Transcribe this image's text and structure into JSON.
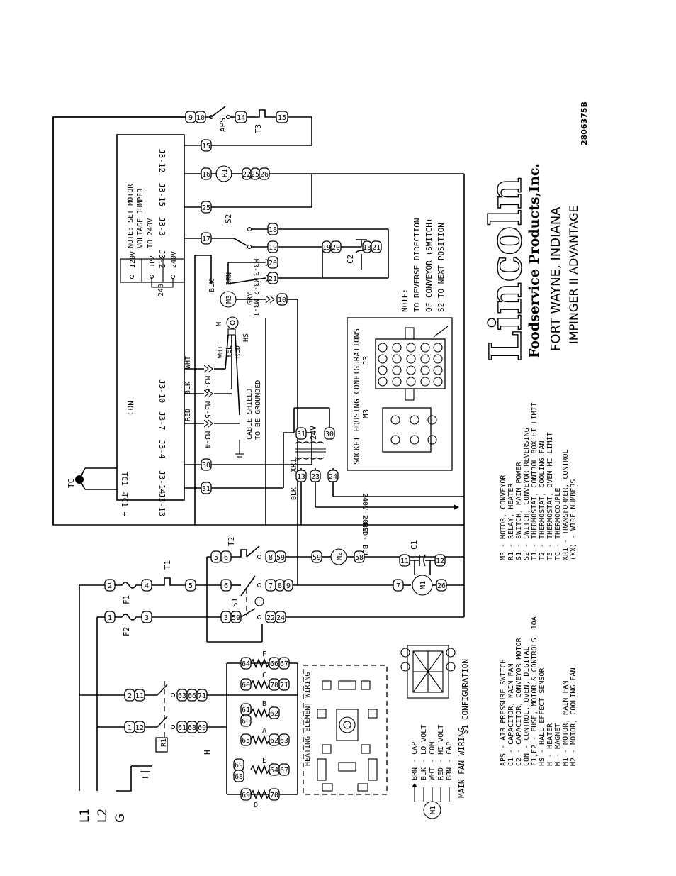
{
  "power": {
    "l1": "L1",
    "l2": "L2",
    "g": "G"
  },
  "brand": {
    "name": "Lincoln",
    "company": "Foodservice Products,Inc.",
    "location": "FORT WAYNE, INDIANA",
    "model": "IMPINGER II ADVANTAGE",
    "part_number": "2806375B"
  },
  "control_board": {
    "title": "CON",
    "note_lines": [
      "NOTE: SET MOTOR",
      "VOLTAGE JUMPER",
      "TO 240V"
    ],
    "jumper": {
      "v120": "120V",
      "jp2": "JP2",
      "v240": "240V",
      "pin240": "240"
    },
    "pins": [
      "J3-12",
      "J3-15",
      "J3-3",
      "J3-2",
      "J3-10",
      "J3-7",
      "J3-4",
      "J3-14",
      "J3-13"
    ],
    "tc_minus": "TC1 -",
    "tc_plus": "TC1 +"
  },
  "labels": {
    "aps": "APS",
    "t3": "T3",
    "r1": "R1",
    "s2": "S2",
    "c2": "C2",
    "m3": "M3",
    "m": "M",
    "hs": "HS",
    "tc": "TC",
    "xr1": "XR1",
    "t24v": "24V",
    "blk": "BLK",
    "brn": "BRN",
    "gry": "GRY",
    "wht": "WHT",
    "red": "RED",
    "yel": "YEL",
    "cable_shield": [
      "CABLE SHIELD",
      "TO BE GROUNDED"
    ],
    "m3_1": "M3-1",
    "m3_2": "M3-2",
    "m3_3": "M3-3",
    "m3_4": "M3-4",
    "m3_5": "M3-5",
    "m3_6": "M3-6",
    "v240_red": "240V - RED",
    "v208_blu": "208V - BLU",
    "t1": "T1",
    "t2": "T2",
    "f1": "F1",
    "f2": "F2",
    "s1": "S1",
    "c1": "C1",
    "m1": "M1",
    "m2": "M2",
    "h": "H",
    "heaters": [
      "A",
      "B",
      "C",
      "D",
      "E",
      "F"
    ]
  },
  "note": [
    "NOTE:",
    "TO REVERSE DIRECTION",
    "OF CONVEYOR (SWITCH)",
    "S2 TO NEXT POSITION"
  ],
  "socket_housing": {
    "title": "SOCKET HOUSING CONFIGURATIONS",
    "m3": "M3",
    "j3": "J3"
  },
  "heating_element_wiring": {
    "title": "HEATING ELEMENT WIRING"
  },
  "s1_configuration": {
    "title": "S1 CONFIGURATION"
  },
  "main_fan_wiring": {
    "title": "MAIN FAN WIRING",
    "lines": [
      "BRN - CAP",
      "BLK - LO VOLT",
      "WHT - COM",
      "RED - HI VOLT",
      "BRN - CAP"
    ]
  },
  "legend_left": [
    "APS - AIR PRESSURE SWITCH",
    "C1  - CAPACITOR, MAIN FAN",
    "C2  - CAPACITOR, CONVEYOR MOTOR",
    "CON - CONTROL, OVEN, DIGITAL",
    "F1,F2 - FUSE, MOTOR & CONTROLS, 10A",
    "HS  - HALL EFFECT SENSOR",
    "H   - HEATER",
    "M   - MAGNET",
    "M1  - MOTOR, MAIN FAN",
    "M2  - MOTOR, COOLING FAN"
  ],
  "legend_right": [
    "M3  - MOTOR, CONVEYOR",
    "R1  - RELAY, HEATER",
    "S1  - SWITCH, MAIN POWER",
    "S2  - SWITCH, CONVEYOR REVERSING",
    "T1  - THERMOSTAT, CONTROL BOX HI LIMIT",
    "T2  - THERMOSTAT, COOLING FAN",
    "T3  - THERMOSTAT, OVEN HI LIMIT",
    "TC  - THERMOCOUPLE",
    "XR1 - TRANSFORMER, CONTROL",
    "(XX) - WIRE NUMBERS"
  ],
  "wire_numbers": {
    "w9": "9",
    "w10": "10",
    "w14": "14",
    "w15": "15",
    "w16": "16",
    "w22": "22",
    "w25": "25",
    "w26": "26",
    "w17": "17",
    "w18": "18",
    "w19": "19",
    "w20": "20",
    "w21": "21",
    "w11": "11",
    "w12": "12",
    "w30": "30",
    "w31": "31",
    "w13": "13",
    "w24": "24",
    "w2": "2",
    "w4": "4",
    "w5": "5",
    "w6": "6",
    "w7": "7",
    "w8": "8",
    "w1": "1",
    "w3": "3",
    "w23": "23",
    "w59": "59",
    "w58": "58",
    "w60": "60",
    "w61": "61",
    "w62": "62",
    "w63": "63",
    "w64": "64",
    "w65": "65",
    "w66": "66",
    "w67": "67",
    "w68": "68",
    "w69": "69",
    "w70": "70",
    "w71": "71"
  }
}
